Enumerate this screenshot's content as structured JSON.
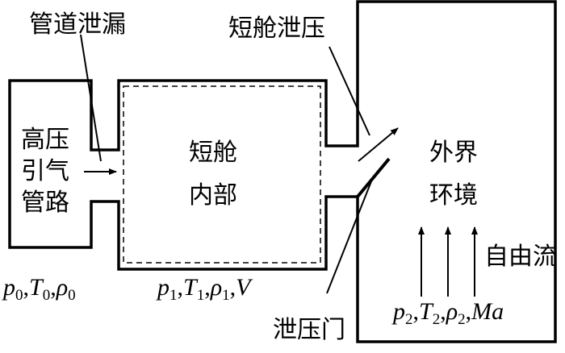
{
  "labels": {
    "pipe_leak": "管道泄漏",
    "cabin_vent": "短舱泄压",
    "high_pressure_line_1": "高压",
    "high_pressure_line_2": "引气",
    "high_pressure_line_3": "管路",
    "cabin_interior_1": "短舱",
    "cabin_interior_2": "内部",
    "outside_env_1": "外界",
    "outside_env_2": "环境",
    "free_stream": "自由流",
    "relief_door": "泄压门"
  },
  "states": {
    "pipe": {
      "p": "p",
      "p_sub": "0",
      "T": "T",
      "T_sub": "0",
      "rho": "ρ",
      "rho_sub": "0"
    },
    "cabin": {
      "p": "p",
      "p_sub": "1",
      "T": "T",
      "T_sub": "1",
      "rho": "ρ",
      "rho_sub": "1",
      "V": "V"
    },
    "ambient": {
      "p": "p",
      "p_sub": "2",
      "T": "T",
      "T_sub": "2",
      "rho": "ρ",
      "rho_sub": "2",
      "Ma": "Ma"
    }
  },
  "separator": ","
}
